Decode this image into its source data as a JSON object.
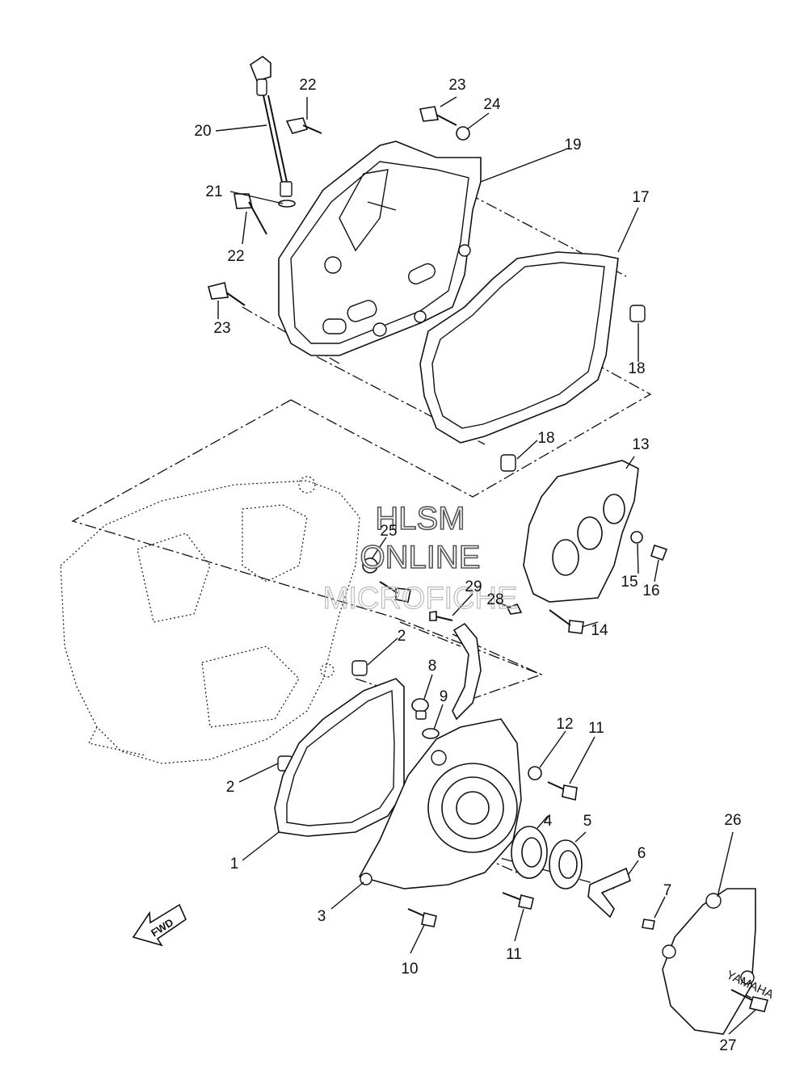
{
  "watermark": {
    "line1": "HLSM",
    "line2": "ONLINE",
    "line3": "MICROFICHE"
  },
  "fwd_label": "FWD",
  "cover_logo_text": "YAMAHA",
  "callouts": [
    {
      "id": "c1",
      "text": "1"
    },
    {
      "id": "c2a",
      "text": "2"
    },
    {
      "id": "c2b",
      "text": "2"
    },
    {
      "id": "c3",
      "text": "3"
    },
    {
      "id": "c4",
      "text": "4"
    },
    {
      "id": "c5",
      "text": "5"
    },
    {
      "id": "c6",
      "text": "6"
    },
    {
      "id": "c7",
      "text": "7"
    },
    {
      "id": "c8",
      "text": "8"
    },
    {
      "id": "c9",
      "text": "9"
    },
    {
      "id": "c10",
      "text": "10"
    },
    {
      "id": "c11a",
      "text": "11"
    },
    {
      "id": "c11b",
      "text": "11"
    },
    {
      "id": "c12",
      "text": "12"
    },
    {
      "id": "c13",
      "text": "13"
    },
    {
      "id": "c14",
      "text": "14"
    },
    {
      "id": "c15",
      "text": "15"
    },
    {
      "id": "c16",
      "text": "16"
    },
    {
      "id": "c17",
      "text": "17"
    },
    {
      "id": "c18a",
      "text": "18"
    },
    {
      "id": "c18b",
      "text": "18"
    },
    {
      "id": "c19",
      "text": "19"
    },
    {
      "id": "c20",
      "text": "20"
    },
    {
      "id": "c21",
      "text": "21"
    },
    {
      "id": "c22a",
      "text": "22"
    },
    {
      "id": "c22b",
      "text": "22"
    },
    {
      "id": "c23a",
      "text": "23"
    },
    {
      "id": "c23b",
      "text": "23"
    },
    {
      "id": "c24",
      "text": "24"
    },
    {
      "id": "c25",
      "text": "25"
    },
    {
      "id": "c26",
      "text": "26"
    },
    {
      "id": "c27",
      "text": "27"
    },
    {
      "id": "c28",
      "text": "28"
    },
    {
      "id": "c29",
      "text": "29"
    }
  ]
}
